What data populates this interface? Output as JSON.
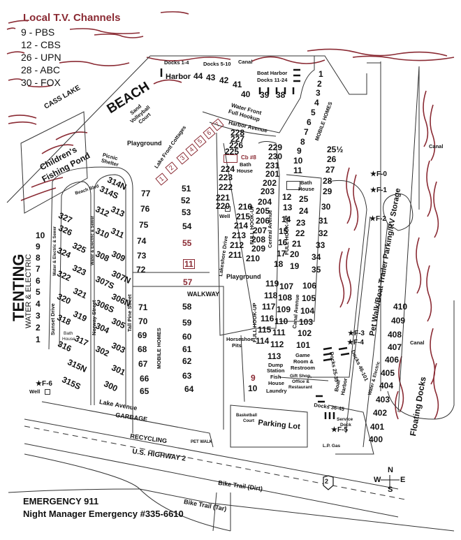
{
  "legend": {
    "title": "Local T.V. Channels",
    "channels": [
      "9 - PBS",
      "12 - CBS",
      "26 - UPN",
      "28 - ABC",
      "30 - FOX"
    ]
  },
  "colors": {
    "water_accent": "#8a2a33",
    "line": "#333333",
    "text": "#111111"
  },
  "areas": {
    "cass_lake": "CASS LAKE",
    "beach": "BEACH",
    "childrens_pond": [
      "Children's",
      "Fishing Pond"
    ],
    "volleyball": [
      "Sand",
      "Volleyball",
      "Court"
    ],
    "playground_top": "Playground",
    "picnic_shelter": [
      "Picnic",
      "Shelter"
    ],
    "lake_front_cottages": "Lake Front Cottages",
    "harbor": "Harbor",
    "docks_1_4": "Docks 1-4",
    "docks_5_10": "Docks 5-10",
    "canal_top": "Canal",
    "boat_harbor_top": [
      "Boat Harbor",
      "Docks 11-24"
    ],
    "water_front": [
      "Water Front",
      "Full Hookup"
    ],
    "harbor_avenue": "Harbor Avenue",
    "mobile_homes_top": "MOBILE HOMES",
    "cb8": "Cb #8",
    "bath_house_1": [
      "Bath",
      "House"
    ],
    "bath_house_2": [
      "Bath",
      "House"
    ],
    "bath_house_3": [
      "Bath",
      "House"
    ],
    "well_1": "Well",
    "well_2": "Well",
    "full_hookup_1": "FULL HOOK-UP",
    "full_hookup_2": "FULL HOOK-UP",
    "full_hookup_3": "FULL HOOK-UP",
    "central_avenue": "Central Avenue",
    "lakeshore_drive": "Lakeshore Drive",
    "canal_avenue": "Canal Avenue",
    "playground_mid": "Playground",
    "walkway": "WALKWAY",
    "horseshoe": [
      "Horseshoe",
      "Pits"
    ],
    "dump_station": [
      "Dump",
      "Station"
    ],
    "fish_house": [
      "Fish",
      "House"
    ],
    "laundry": "Laundry",
    "game_room": [
      "Game",
      "Room &",
      "Restroom"
    ],
    "gift_shop": [
      "Gift Shop,",
      "Office &",
      "Restaurant"
    ],
    "docks_25_35": "Docks 25-35",
    "docks_46_101": "Docks 46-101",
    "boat_harbor_mid": [
      "Boat",
      "Harbor"
    ],
    "docks_36_45": "Docks 36-45",
    "service_dock": [
      "Service",
      "Dock"
    ],
    "lp_gas": "L.P. Gas",
    "parking_lot": "Parking Lot",
    "basketball": [
      "Basketball",
      "Court"
    ],
    "mobile_homes_mid": "MOBILE HOMES",
    "tall_pine": "Tall Pine Street",
    "norway": "Norway Street",
    "sunset": "Sunset Drive",
    "beach_blvd": "Beach Blvd",
    "we_sewer_1": "Water & Electric & Sewer",
    "we_sewer_2": "Water & Electric & Sewer",
    "tenting": "TENTING",
    "water_electric_left": "WATER & ELECTRIC",
    "lake_avenue": "Lake Avenue",
    "garbage": "GARBAGE",
    "recycling": "RECYCLING",
    "pet_walk": "PET WALK",
    "highway": "U.S. HIGHWAY 2",
    "highway_shield": "2",
    "bike_dirt": "Bike Trail (Dirt)",
    "bike_tar": "Bike Trail (Tar)",
    "pet_walk_storage": "Pet Walk/Boat Trailer Parking/RV Storage",
    "canal_right": "Canal",
    "canal_far_right": "Canal",
    "floating_docks": "Floating Docks",
    "water_electric_right": "Water & Electric"
  },
  "fire_points": [
    "F-0",
    "F-1",
    "F-2",
    "F-3",
    "F-4",
    "F-5",
    "F-6"
  ],
  "compass": {
    "n": "N",
    "s": "S",
    "e": "E",
    "w": "W"
  },
  "emergency": {
    "line1": "EMERGENCY 911",
    "line2": "Night Manager Emergency #335-6610"
  },
  "sites": {
    "harbor_row": [
      "44",
      "43",
      "42",
      "41",
      "40",
      "39",
      "38"
    ],
    "mobile_right": [
      "1",
      "2",
      "3",
      "4",
      "5",
      "6",
      "7",
      "8",
      "9",
      "10",
      "11"
    ],
    "col_25": [
      "25½",
      "26",
      "27",
      "28",
      "29",
      "30",
      "31",
      "32",
      "33",
      "34",
      "35"
    ],
    "central_left": [
      "228",
      "227",
      "226",
      "225",
      "224",
      "223",
      "222",
      "221",
      "220"
    ],
    "central_right": [
      "229",
      "230",
      "231",
      "201",
      "202",
      "203",
      "204",
      "205",
      "206",
      "207",
      "208",
      "209",
      "210"
    ],
    "central_mid": [
      "216",
      "215",
      "214",
      "213",
      "212",
      "211"
    ],
    "block_12": [
      "12",
      "13",
      "14",
      "15",
      "16",
      "17",
      "18",
      "19",
      "20",
      "21",
      "22",
      "23",
      "24",
      "25"
    ],
    "block_100": [
      "119",
      "118",
      "117",
      "116",
      "115",
      "114",
      "113",
      "107",
      "108",
      "109",
      "110",
      "111",
      "112"
    ],
    "canal_100": [
      "106",
      "105",
      "104",
      "103",
      "102",
      "101"
    ],
    "pet_row": [
      "410",
      "409",
      "408",
      "407",
      "406",
      "405",
      "404",
      "403",
      "402",
      "401",
      "400"
    ],
    "cottages": [
      "1",
      "2",
      "3",
      "4",
      "5",
      "6",
      "7"
    ],
    "lake_left": [
      "77",
      "76",
      "75",
      "74",
      "73",
      "72"
    ],
    "lake_right": [
      "51",
      "52",
      "53",
      "54",
      "55",
      "11",
      "57"
    ],
    "mh_left": [
      "71",
      "70",
      "69",
      "68",
      "67",
      "66",
      "65"
    ],
    "mh_right": [
      "58",
      "59",
      "60",
      "61",
      "62",
      "63",
      "64"
    ],
    "tenting": [
      "10",
      "9",
      "8",
      "7",
      "6",
      "5",
      "4",
      "3",
      "2",
      "1"
    ],
    "loop_a": [
      "327",
      "326",
      "324",
      "322",
      "320",
      "318",
      "316",
      "315N",
      "315S"
    ],
    "loop_a2": [
      "325",
      "323",
      "321",
      "319",
      "317"
    ],
    "loop_b": [
      "314N",
      "314S",
      "312",
      "310",
      "308",
      "307S",
      "306S",
      "304",
      "302",
      "300"
    ],
    "loop_b2": [
      "313",
      "311",
      "309",
      "307N",
      "306N",
      "305",
      "303",
      "301"
    ],
    "misc": [
      "9",
      "10"
    ]
  }
}
